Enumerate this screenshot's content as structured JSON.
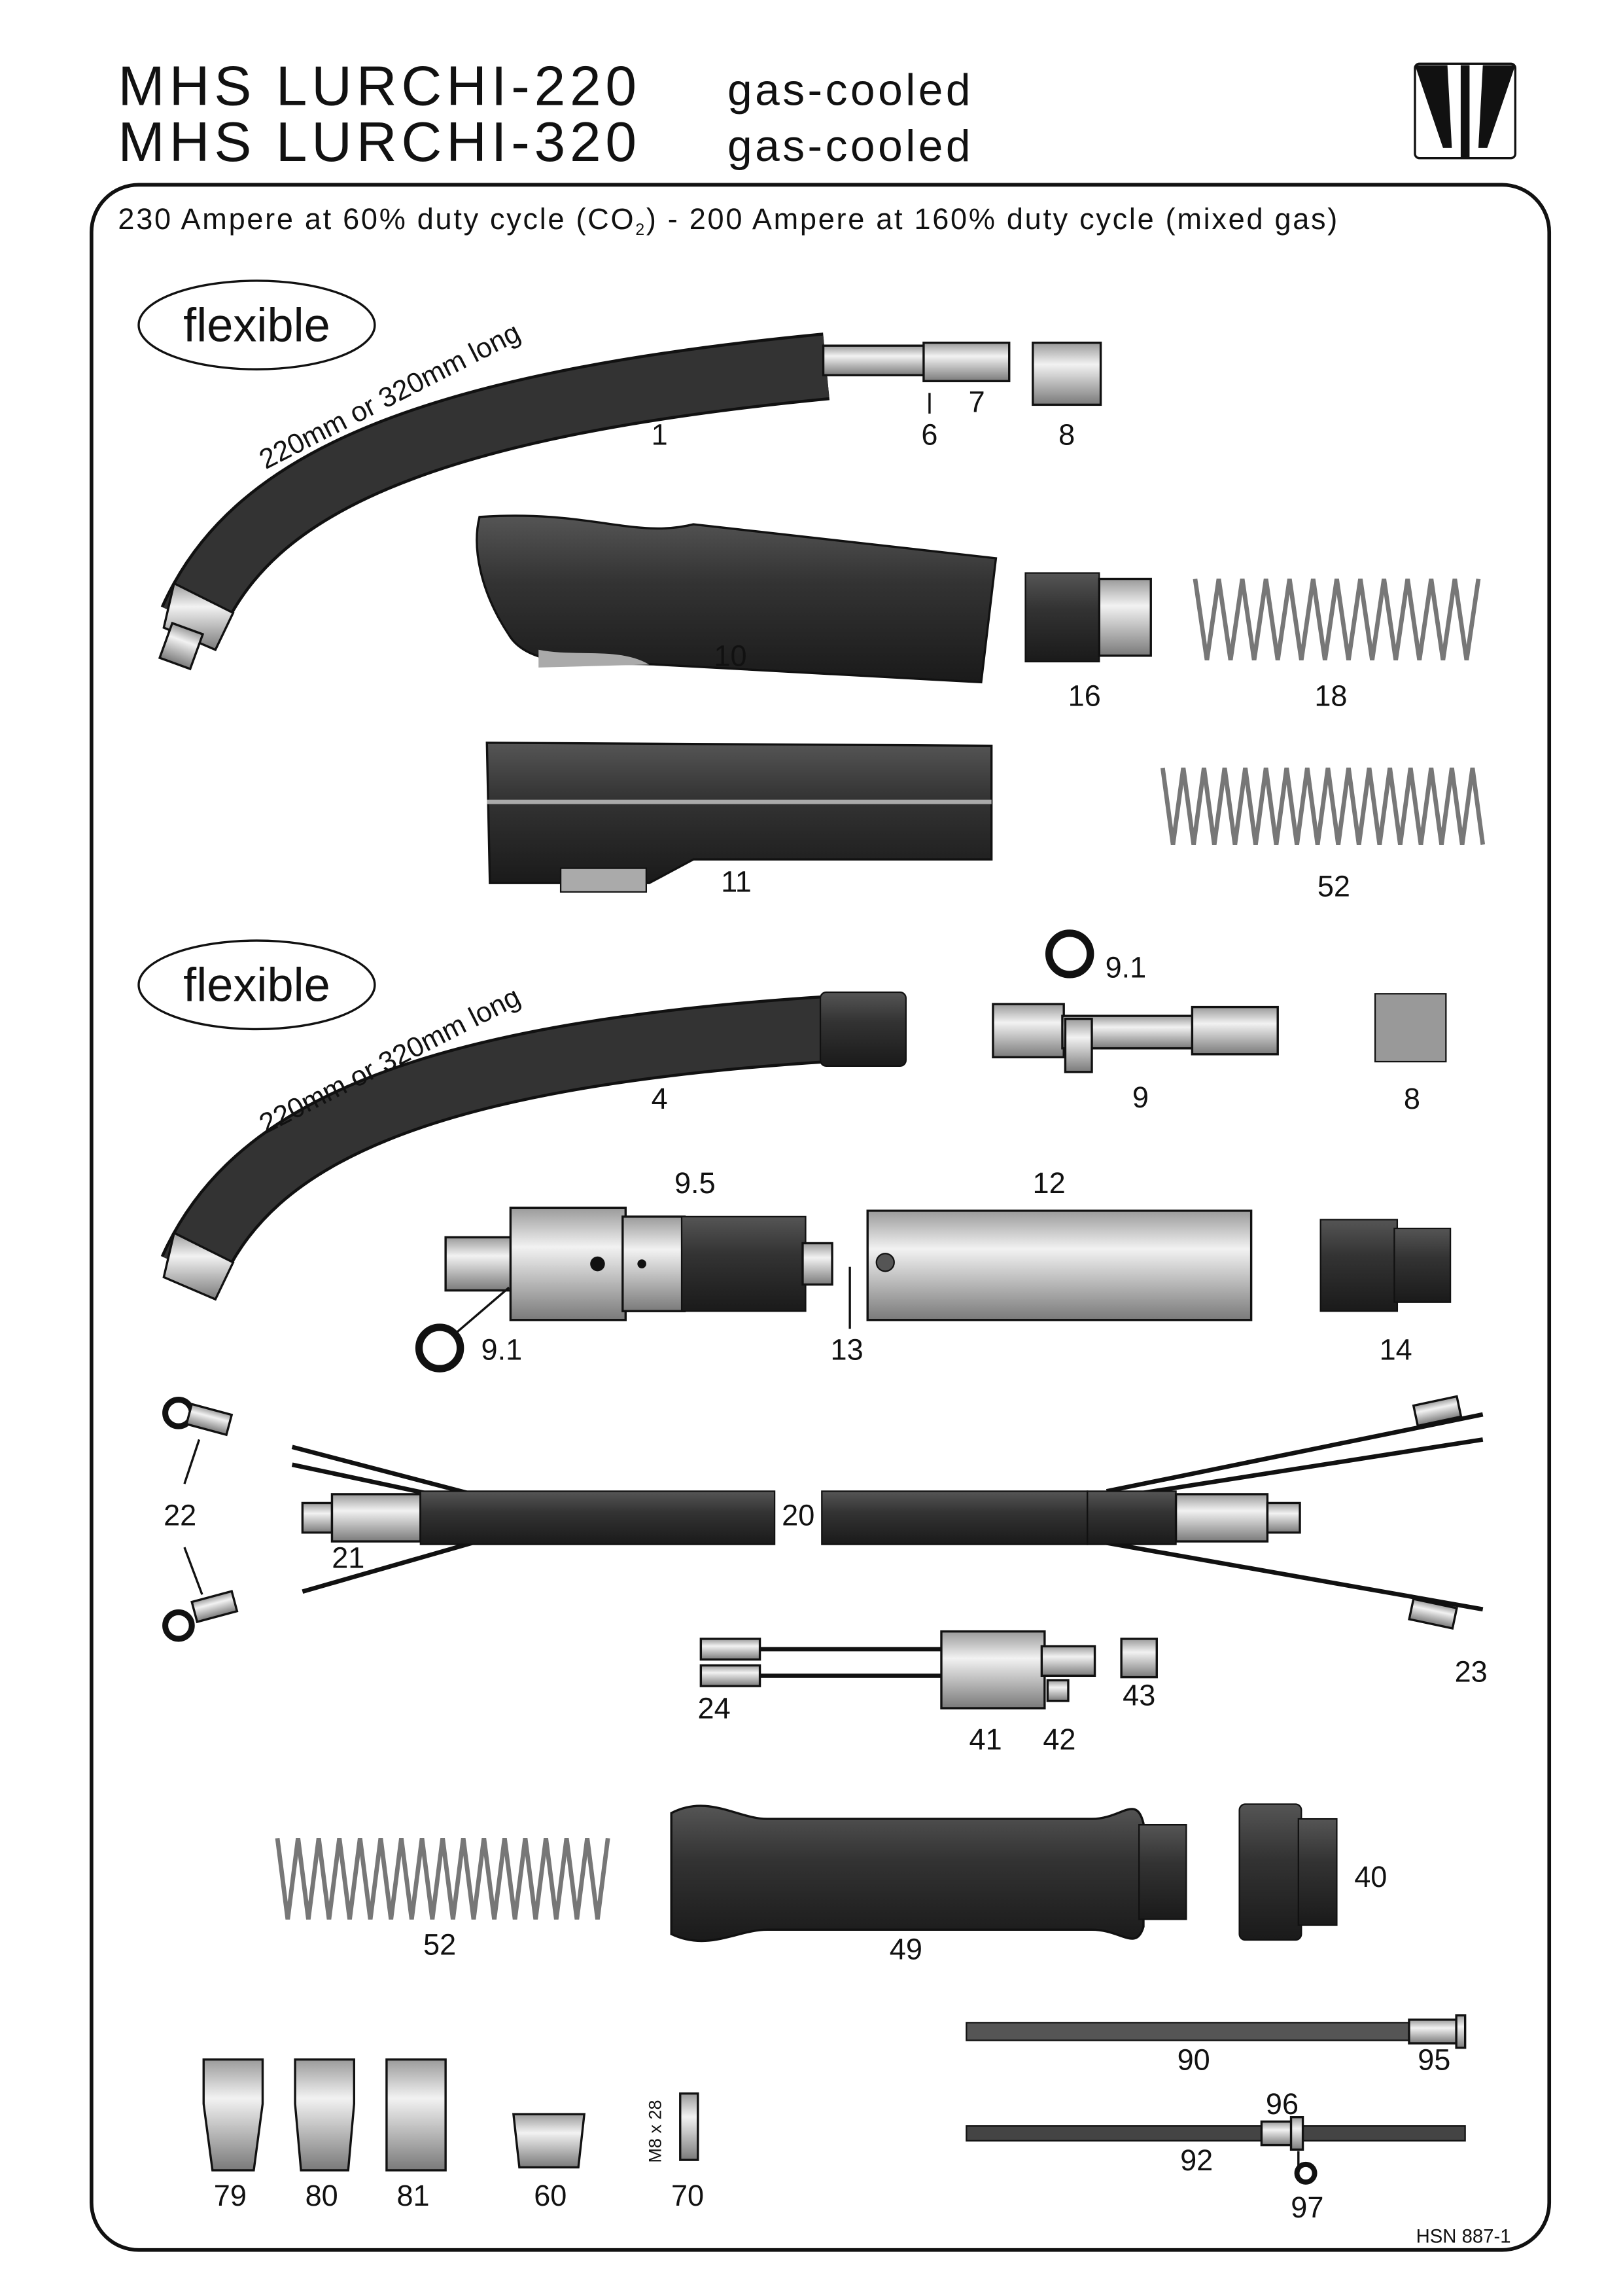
{
  "header": {
    "title_line1": "MHS LURCHI-220",
    "subtitle_line1": "gas-cooled",
    "title_line2": "MHS LURCHI-320",
    "subtitle_line2": "gas-cooled",
    "logo": "brand-logo"
  },
  "rating": {
    "text_before_sub": "230 Ampere at 60% duty cycle (CO",
    "subscript": "2",
    "text_after_sub": ") - 200 Ampere at 160% duty cycle (mixed gas)"
  },
  "section1": {
    "badge": "flexible",
    "length_note": "220mm or 320mm long"
  },
  "section2": {
    "badge": "flexible",
    "length_note": "220mm or 320mm long"
  },
  "callouts": {
    "p1": "1",
    "p6": "6",
    "p7": "7",
    "p8a": "8",
    "p10": "10",
    "p16": "16",
    "p18": "18",
    "p11": "11",
    "p52a": "52",
    "p91a": "9.1",
    "p4": "4",
    "p9": "9",
    "p8b": "8",
    "p95s": "9.5",
    "p12": "12",
    "p91b": "9.1",
    "p13": "13",
    "p14": "14",
    "p22": "22",
    "p20": "20",
    "p21": "21",
    "p23": "23",
    "p24": "24",
    "p43": "43",
    "p41": "41",
    "p42": "42",
    "p40": "40",
    "p52b": "52",
    "p49": "49",
    "p90": "90",
    "p95": "95",
    "p96": "96",
    "p92": "92",
    "p97": "97",
    "p79": "79",
    "p80": "80",
    "p81": "81",
    "p60": "60",
    "p70": "70"
  },
  "thread_spec": "M8 x 28",
  "doc_number": "HSN 887-1"
}
